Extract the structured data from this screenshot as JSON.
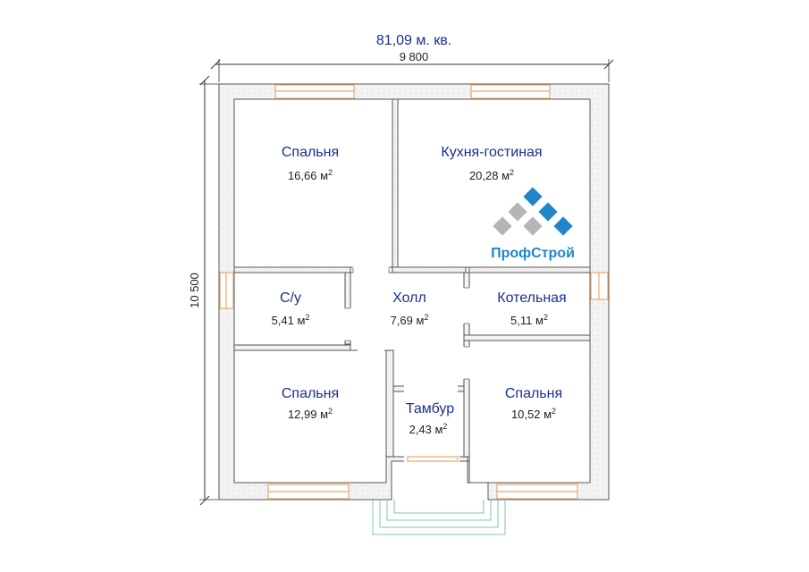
{
  "header": {
    "total_area": "81,09 м. кв.",
    "width_dim": "9 800",
    "height_dim": "10 500"
  },
  "logo": {
    "text": "ПрофСтрой"
  },
  "rooms": {
    "bedroom_tl": {
      "name": "Спальня",
      "area": "16,66 м",
      "sup": "2"
    },
    "kitchen": {
      "name": "Кухня-гостиная",
      "area": "20,28 м",
      "sup": "2"
    },
    "wc": {
      "name": "С/у",
      "area": "5,41 м",
      "sup": "2"
    },
    "hall": {
      "name": "Холл",
      "area": "7,69 м",
      "sup": "2"
    },
    "boiler": {
      "name": "Котельная",
      "area": "5,11 м",
      "sup": "2"
    },
    "bedroom_bl": {
      "name": "Спальня",
      "area": "12,99 м",
      "sup": "2"
    },
    "vestibule": {
      "name": "Тамбур",
      "area": "2,43 м",
      "sup": "2"
    },
    "bedroom_br": {
      "name": "Спальня",
      "area": "10,52 м",
      "sup": "2"
    }
  },
  "colors": {
    "wall": "#f1f1f1",
    "wall_stroke": "#666666",
    "window": "#e8a76a",
    "room_label": "#1a2f8f",
    "logo_blue": "#1f87c7",
    "logo_gray": "#b5b5b5",
    "porch": "#7fc4b8"
  }
}
